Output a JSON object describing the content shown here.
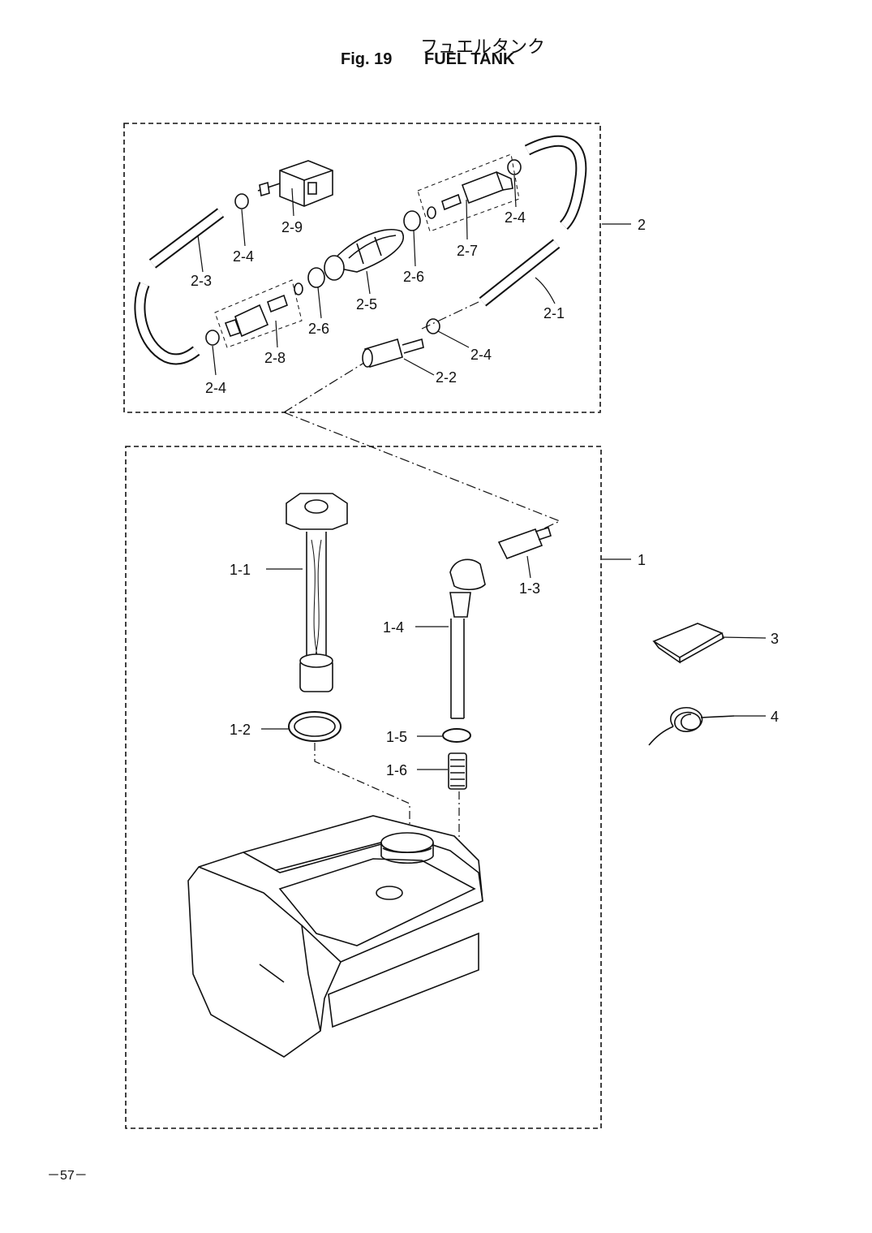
{
  "header": {
    "title_jp": "フュエルタンク",
    "fig_number": "Fig. 19",
    "fig_title": "FUEL TANK"
  },
  "groups": {
    "hose_assembly": "2",
    "tank_assembly": "1"
  },
  "callouts": {
    "c2_1": "2-1",
    "c2_2": "2-2",
    "c2_3": "2-3",
    "c2_4a": "2-4",
    "c2_4b": "2-4",
    "c2_4c": "2-4",
    "c2_4d": "2-4",
    "c2_5": "2-5",
    "c2_6a": "2-6",
    "c2_6b": "2-6",
    "c2_7": "2-7",
    "c2_8": "2-8",
    "c2_9": "2-9",
    "c1_1": "1-1",
    "c1_2": "1-2",
    "c1_3": "1-3",
    "c1_4": "1-4",
    "c1_5": "1-5",
    "c1_6": "1-6",
    "c3": "3",
    "c4": "4"
  },
  "footer": {
    "page_number": "－57－"
  }
}
